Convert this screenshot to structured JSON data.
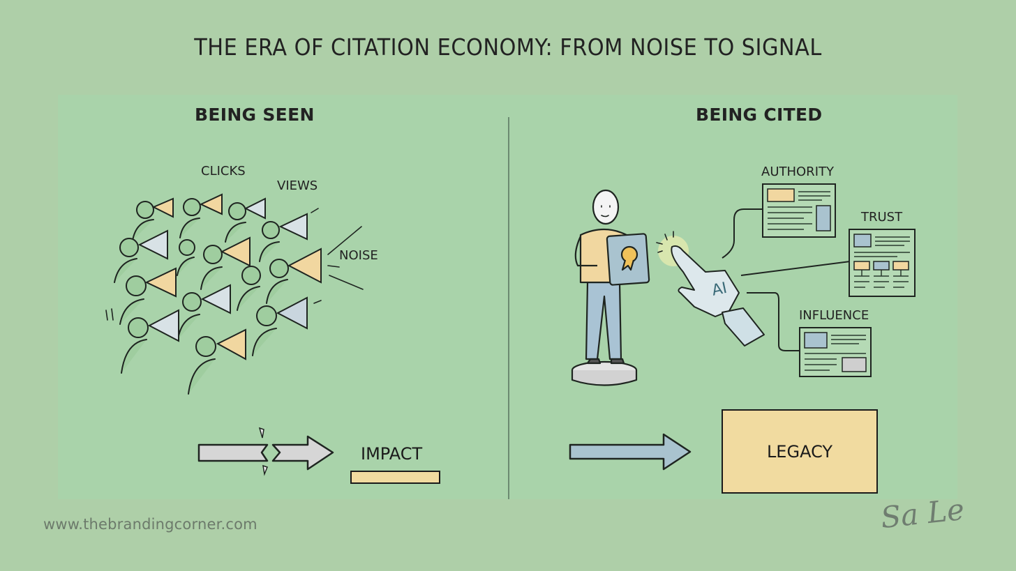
{
  "title": "THE ERA OF CITATION ECONOMY: FROM NOISE TO SIGNAL",
  "left_panel": {
    "heading": "BEING SEEN",
    "labels": {
      "clicks": "CLICKS",
      "views": "VIEWS",
      "noise": "NOISE"
    },
    "illustration": "crowd-of-people-shouting-into-megaphones",
    "outcome_arrow": "broken-arrow",
    "outcome_label": "IMPACT"
  },
  "right_panel": {
    "heading": "BEING CITED",
    "illustration": "person-on-pedestal-holding-award-book-touched-by-ai-robot-hand",
    "robot_hand_label": "AI",
    "documents": [
      {
        "label": "AUTHORITY"
      },
      {
        "label": "TRUST"
      },
      {
        "label": "INFLUENCE"
      }
    ],
    "outcome_arrow": "solid-arrow",
    "outcome_label": "LEGACY"
  },
  "footer": {
    "website": "www.thebrandingcorner.com",
    "signature": "Sa Le"
  },
  "colors": {
    "background": "#aecfa8",
    "panel": "#a9d3aa",
    "accent_yellow": "#f1dba0",
    "accent_blue": "#a9c3cf",
    "arrow_gray": "#d3d3d3",
    "ink": "#1e2420"
  }
}
